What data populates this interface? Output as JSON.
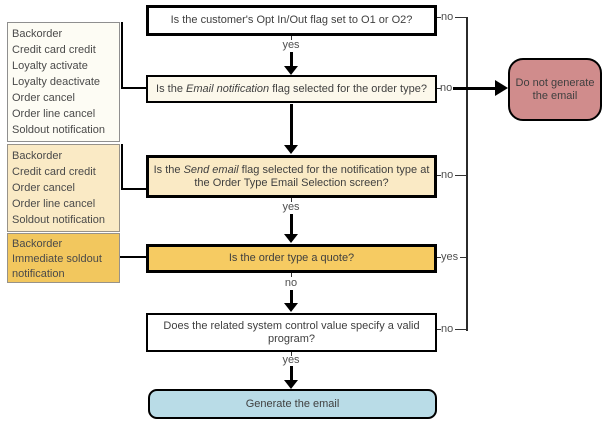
{
  "colors": {
    "gold": "#f6cb62",
    "tan": "#faeac5",
    "cream": "#fcf8eb",
    "blue_terminal": "#b9dce7",
    "red_terminal": "#d08c8c",
    "list_white": "#fdfcf4"
  },
  "lists": [
    {
      "name": "order-types-all",
      "items": [
        "Backorder",
        "Credit card credit",
        "Loyalty activate",
        "Loyalty deactivate",
        "Order cancel",
        "Order line cancel",
        "Soldout notification"
      ]
    },
    {
      "name": "order-types-tan",
      "items": [
        "Backorder",
        "Credit card credit",
        "Order cancel",
        "Order line cancel",
        "Soldout notification"
      ]
    },
    {
      "name": "order-types-gold",
      "items": [
        "Backorder",
        "Immediate soldout notification"
      ]
    }
  ],
  "questions": {
    "q1": {
      "text": "Is the customer's Opt In/Out flag set to O1 or O2?"
    },
    "q2": {
      "pre": "Is the ",
      "italic": "Email notification",
      "post": " flag selected for the order type?"
    },
    "q3": {
      "pre": "Is the ",
      "italic": "Send email",
      "post": " flag selected for the notification type at the Order Type Email Selection screen?"
    },
    "q4": {
      "text": "Is the order type a quote?"
    },
    "q5": {
      "text": "Does the related system control value specify a valid program?"
    }
  },
  "terminals": {
    "negative": "Do not generate the email",
    "positive": "Generate the email"
  },
  "edge_labels": {
    "q1_no": "no",
    "q1_yes": "yes",
    "q2_no": "no",
    "q3_yes": "yes",
    "q3_no": "no",
    "q4_yes": "yes",
    "q4_no": "no",
    "q5_yes": "yes",
    "q5_no": "no"
  }
}
